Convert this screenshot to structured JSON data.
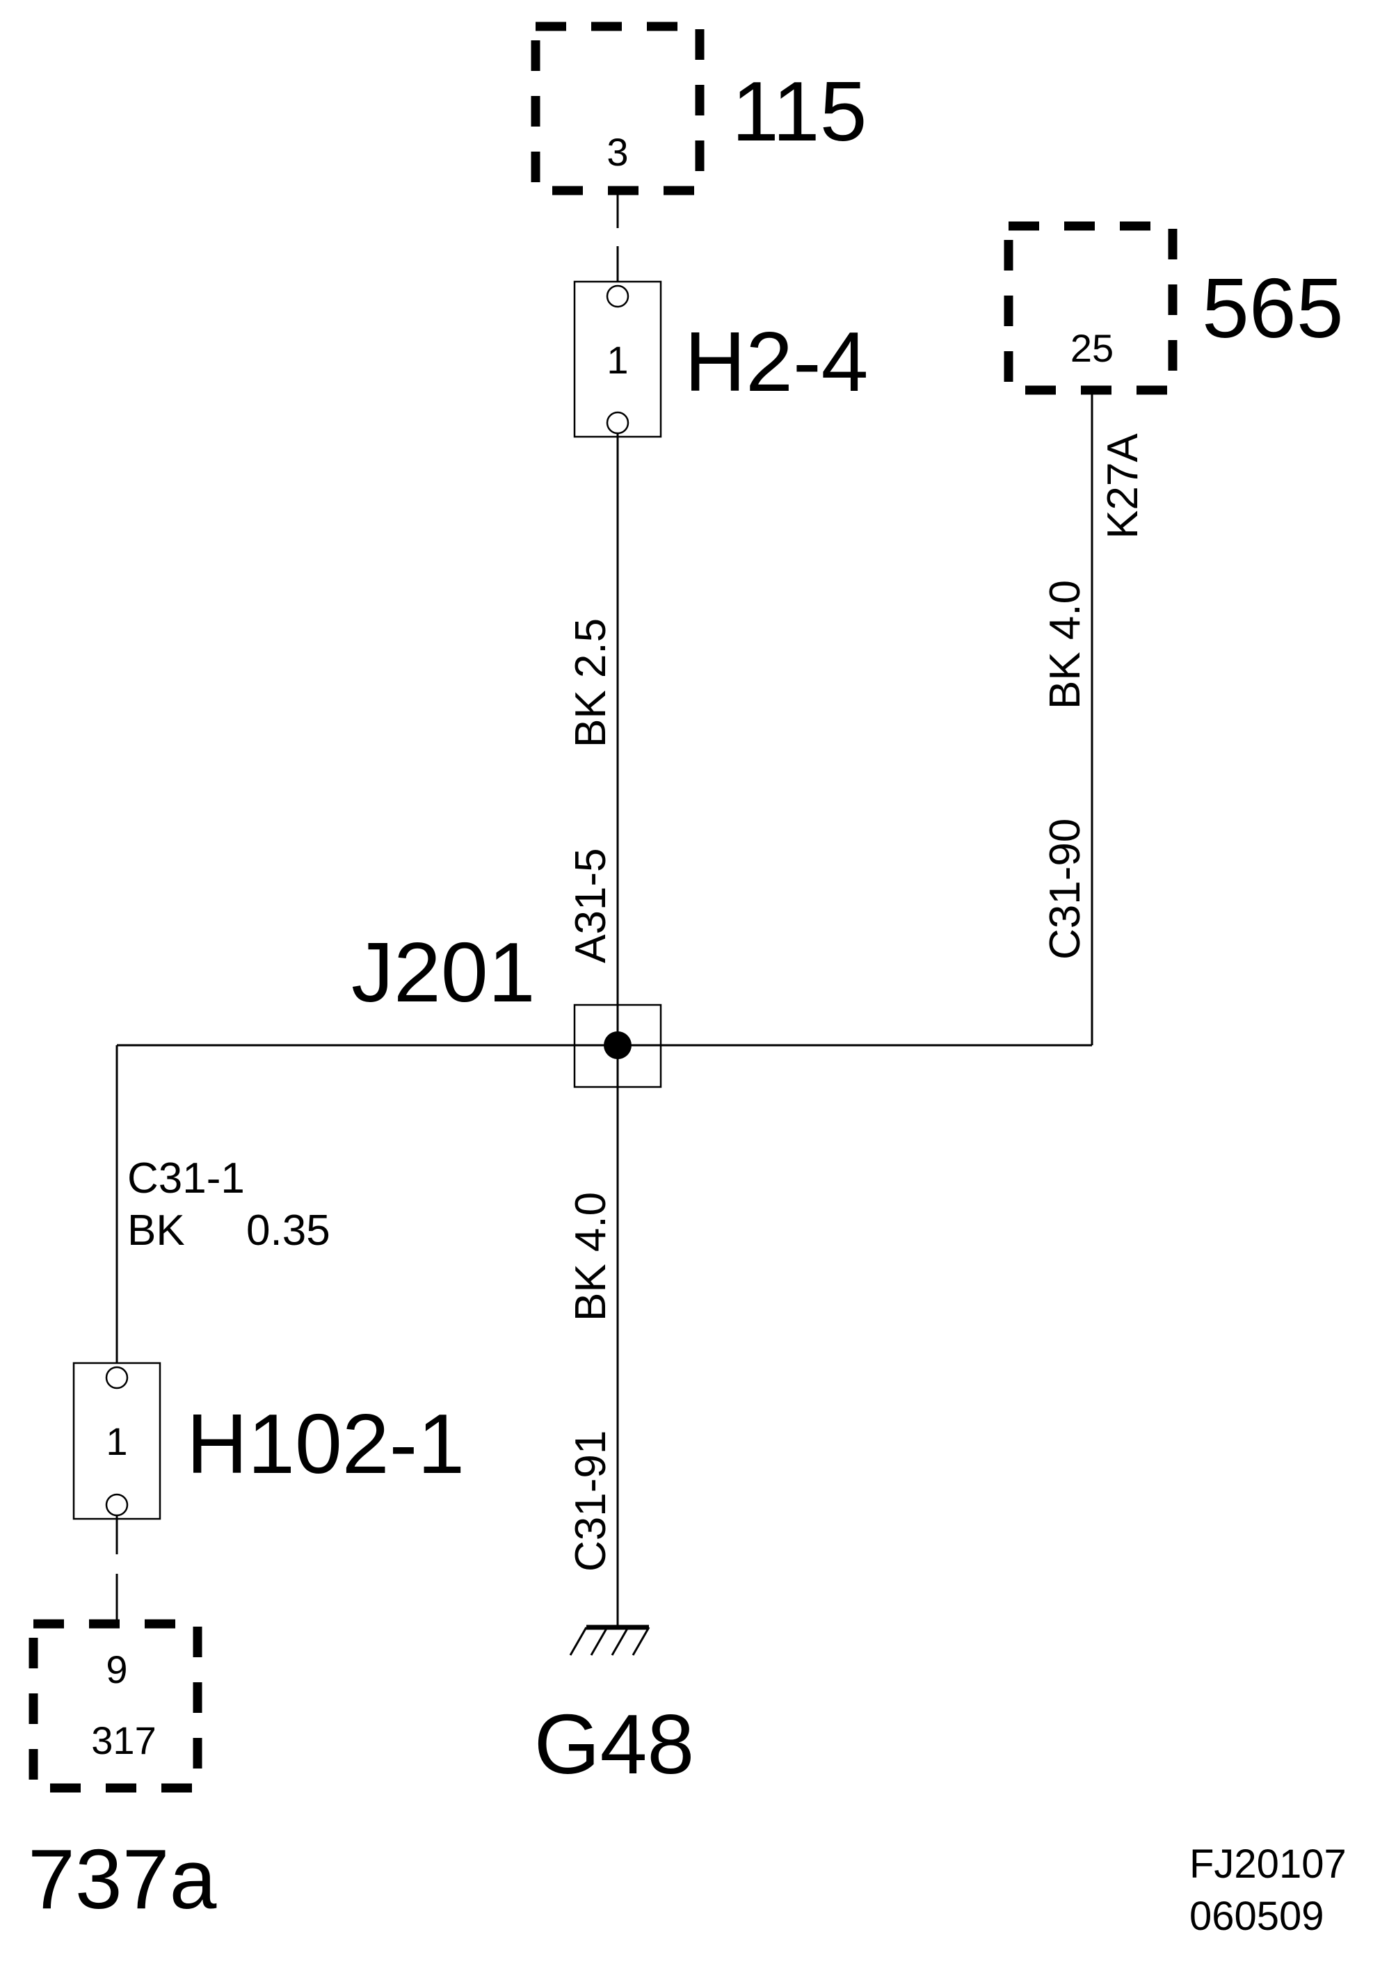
{
  "components": {
    "c115": {
      "id": "115",
      "pin": "3"
    },
    "c565": {
      "id": "565",
      "pin": "25"
    },
    "c737a": {
      "id": "737a",
      "pin": "9",
      "sub": "317"
    }
  },
  "connectors": {
    "h2_4": {
      "id": "H2-4",
      "pin": "1"
    },
    "h102_1": {
      "id": "H102-1",
      "pin": "1"
    }
  },
  "junction": {
    "id": "J201"
  },
  "ground": {
    "id": "G48"
  },
  "wires": {
    "top_vertical": {
      "color_size": "BK  2.5",
      "circuit": "A31-5"
    },
    "right_vertical": {
      "color_size": "BK  4.0",
      "circuit": "C31-90",
      "extra": "K27A"
    },
    "bottom_vertical": {
      "color_size": "BK  4.0",
      "circuit": "C31-91"
    },
    "left_vertical": {
      "circuit": "C31-1",
      "color": "BK",
      "size": "0.35"
    }
  },
  "footer": {
    "line1": "FJ20107",
    "line2": "060509"
  }
}
